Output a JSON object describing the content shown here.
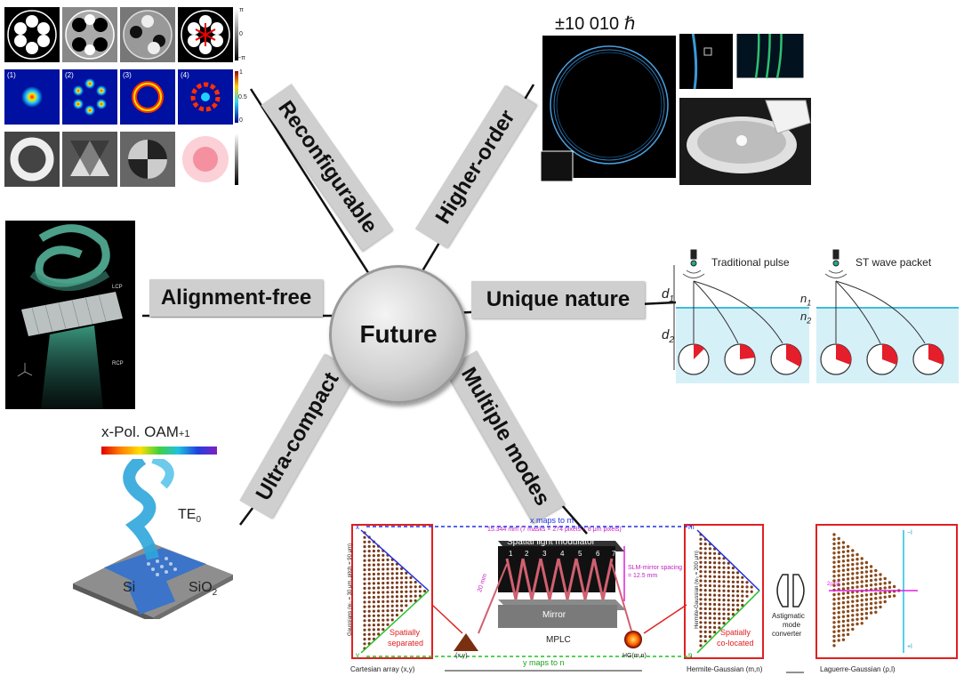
{
  "center": {
    "label": "Future"
  },
  "spokes": {
    "reconfigurable": "Reconfigurable",
    "higher_order": "Higher-order",
    "alignment_free": "Alignment-free",
    "unique_nature": "Unique nature",
    "ultra_compact": "Ultra-compact",
    "multiple_modes": "Multiple modes"
  },
  "top_left_panel": {
    "row2_labels": [
      "(1)",
      "(2)",
      "(3)",
      "(4)"
    ],
    "colorbar_top": [
      "π",
      "0",
      "−π"
    ],
    "colorbar_mid": [
      "1",
      "0.5",
      "0"
    ]
  },
  "top_right_panel": {
    "title": "±10 010 ℏ"
  },
  "left_panel": {
    "lcp": "LCP",
    "rcp": "RCP"
  },
  "right_panel": {
    "traditional": "Traditional pulse",
    "st_wave": "ST wave packet",
    "d1": "d",
    "d1_sub": "1",
    "d2": "d",
    "d2_sub": "2",
    "n1": "n",
    "n1_sub": "1",
    "n2": "n",
    "n2_sub": "2"
  },
  "bottom_left_panel": {
    "title": "x-Pol. OAM",
    "title_sub": "+1",
    "te0": "TE",
    "te0_sub": "0",
    "si": "Si",
    "sio2": "SiO",
    "sio2_sub": "2"
  },
  "bottom_panel": {
    "x_maps": "x maps to m",
    "mm_spec": "15.344 mm (7 masks × 274 pixels × 8 μm pixels)",
    "slm": "Spatial light modulator",
    "slm_numbers": [
      "1",
      "2",
      "3",
      "4",
      "5",
      "6",
      "7"
    ],
    "mirror": "Mirror",
    "mplc": "MPLC",
    "spacing": "SLM-mirror spacing = 12.5 mm",
    "d20": "20 mm",
    "gauss_axis": "Gaussians (w₀ = 30 μm, pitch = 90 μm)",
    "hg_axis": "Hermite-Gaussian (w₀ = 200 μm)",
    "sep1": "Spatially",
    "sep2": "separated",
    "col1": "Spatially",
    "col2": "co-located",
    "xy": "(x,y)",
    "hg_mn": "HG(m,n)",
    "astig1": "Astigmatic",
    "astig2": "mode",
    "astig3": "converter",
    "y_maps": "y maps to n",
    "cart": "Cartesian array (x,y)",
    "hg_bottom": "Hermite-Gaussian (m,n)",
    "lg_bottom": "Laguerre-Gaussian (ρ,l)",
    "x_lab": "x",
    "y_lab": "y",
    "m_lab": "m",
    "n_lab": "n",
    "lg_l_top": "−l",
    "lg_l_bot": "+l",
    "lg_rho": "2ρ+|l|"
  }
}
